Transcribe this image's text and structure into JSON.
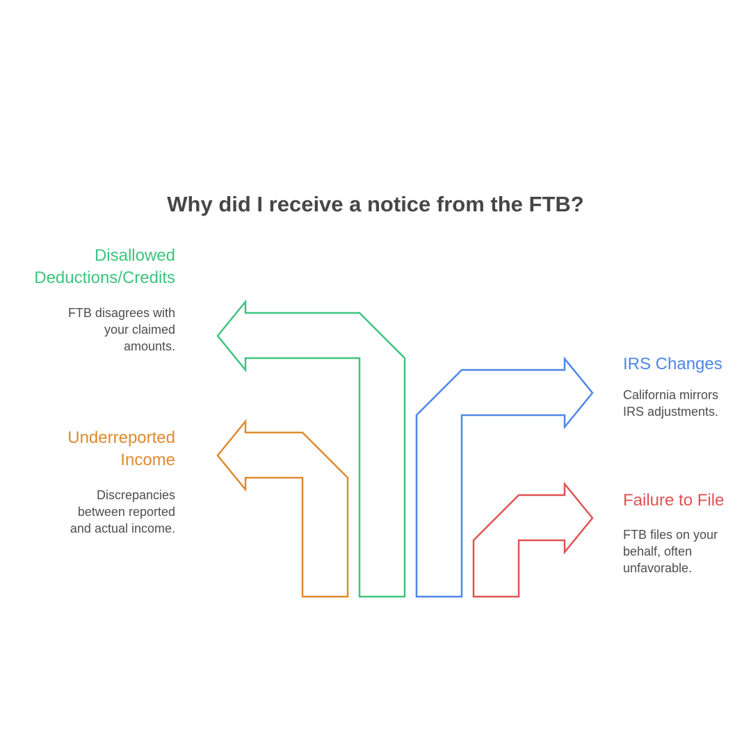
{
  "title": "Why did I receive a notice from the FTB?",
  "items": [
    {
      "heading": "Disallowed Deductions/Credits",
      "heading_line1": "Disallowed",
      "heading_line2": "Deductions/Credits",
      "desc_line1": "FTB disagrees with",
      "desc_line2": "your claimed",
      "desc_line3": "amounts.",
      "color": "#3dc47e"
    },
    {
      "heading": "Underreported Income",
      "heading_line1": "Underreported",
      "heading_line2": "Income",
      "desc_line1": "Discrepancies",
      "desc_line2": "between reported",
      "desc_line3": "and actual income.",
      "color": "#e08a2e"
    },
    {
      "heading": "IRS Changes",
      "desc_line1": "California mirrors",
      "desc_line2": "IRS adjustments.",
      "color": "#4c86e8"
    },
    {
      "heading": "Failure to File",
      "desc_line1": "FTB files on your",
      "desc_line2": "behalf, often",
      "desc_line3": "unfavorable.",
      "color": "#e05252"
    }
  ]
}
